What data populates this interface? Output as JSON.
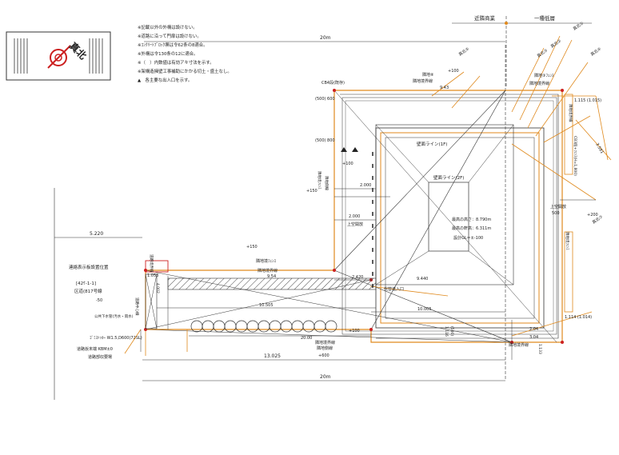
{
  "notes": [
    "※記載以外の外構は設けない。",
    "※道路に沿って門扉は設けない。",
    "※ｺﾝｸﾘｰﾄﾌﾞﾛｯｸ塀は令62条の8適合。",
    "※外構は令130条の12に適合。",
    "※（　）内数値は有効アキ寸法を示す。",
    "※架構造擁壁工事補助にかかる切土・盛土なし。",
    "▲　各主要な出入口を示す。"
  ],
  "north_label": "真北",
  "top_labels": {
    "commercial": "近隣商業",
    "residential": "一種低層",
    "dim_20m": "20m"
  },
  "labels": {
    "neighbor_b": "隣地⑧",
    "neighbor_boundary_top": "隣地境界線",
    "neighbor_boundary_right": "隣地境界線",
    "neighbor_boundary_left": "隣地境界線",
    "neighbor_boundary_bottom": "隣地境界線",
    "neighbor_boundary_corner": "隣地境界線",
    "neighbor_side": "隣地側線",
    "neighbor_boundary_side": "隣地境界線",
    "neighbor_fence": "隣地境ﾌｪﾝｽ",
    "neighbor_fence_right": "隣地境ﾌｪﾝｽ",
    "neighbor_fence_top": "隣地③ﾌｪﾝｽ",
    "block_wall": "CB4段(既存)",
    "block_right": "CB3段+ﾌｪﾝｽ(H=1,800)",
    "wall_line_1f": "壁面ライン(1F)",
    "wall_line_2f": "壁面ライン(2F)",
    "building_height": "最高の高さ：8.790m",
    "eave_height": "最高の軒高：6.311m",
    "design_gl": "設計GL＝±-100",
    "open_space": "上空開放",
    "open_space_2": "上空開放",
    "entrance": "代替進入口",
    "road_notice": "連絡表示板設置位置",
    "road_name": "[42ｹ-1-1]",
    "road_name_2": "区道(817号線",
    "road_boundary": "道路境界線",
    "road_center": "道路中心線",
    "drainage": "ｺﾞﾐｽﾄｯｶｰ W1.5,D600(72SL)",
    "sewer": "公共下水管(汚水・雨水)",
    "benchmark": "道路仮末端 KBM±0",
    "road_end": "道路部収要場",
    "house_neighbor_1": "真北①",
    "house_neighbor_2": "真北②",
    "house_neighbor_3": "真北③",
    "house_neighbor_4": "真北④",
    "house_neighbor_5": "真北⑤",
    "house_neighbor_7": "真北⑦"
  },
  "dims": {
    "d_20m_top": "20m",
    "d_20m_bottom": "20m",
    "d_5220": "5.220",
    "d_13025": "13.025",
    "d_10005": "10.005",
    "d_10505": "10.505",
    "d_9440": "9.440",
    "d_9430": "9.43",
    "d_9540": "9.54",
    "d_2000a": "2.000",
    "d_2000b": "2.000",
    "d_2420": "2.420",
    "d_1053": "1.053",
    "d_4002": "4.002",
    "d_3040": "3.04",
    "d_2040": "2.04",
    "d_1115": "1.115 (1.015)",
    "d_1114": "1.114 (1.014)",
    "d_3581": "3.581",
    "d_500": "500",
    "d_500b": "(500)",
    "d_500_600": "(500) 600",
    "d_500_800": "(500) 800",
    "d_plus100a": "+100",
    "d_plus100b": "+100",
    "d_plus100c": "+100",
    "d_plus150a": "+150",
    "d_plus150b": "+150",
    "d_plus200": "+200",
    "d_plus600": "+600",
    "d_minus50": "-50",
    "d_2000": "20.00",
    "d_1133": "1.133",
    "d_1116": "1.116"
  }
}
